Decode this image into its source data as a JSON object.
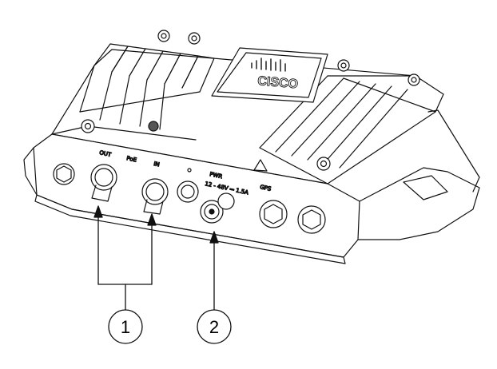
{
  "figure": {
    "device": {
      "logo_text": "CISCO",
      "port_labels": {
        "poe_out": "OUT",
        "poe": "PoE",
        "poe_in": "IN",
        "power": "PWR",
        "power_rating": "12 - 48V ⎓ 1.5A",
        "gps": "GPS"
      }
    },
    "callouts": [
      {
        "number": "1"
      },
      {
        "number": "2"
      }
    ]
  }
}
